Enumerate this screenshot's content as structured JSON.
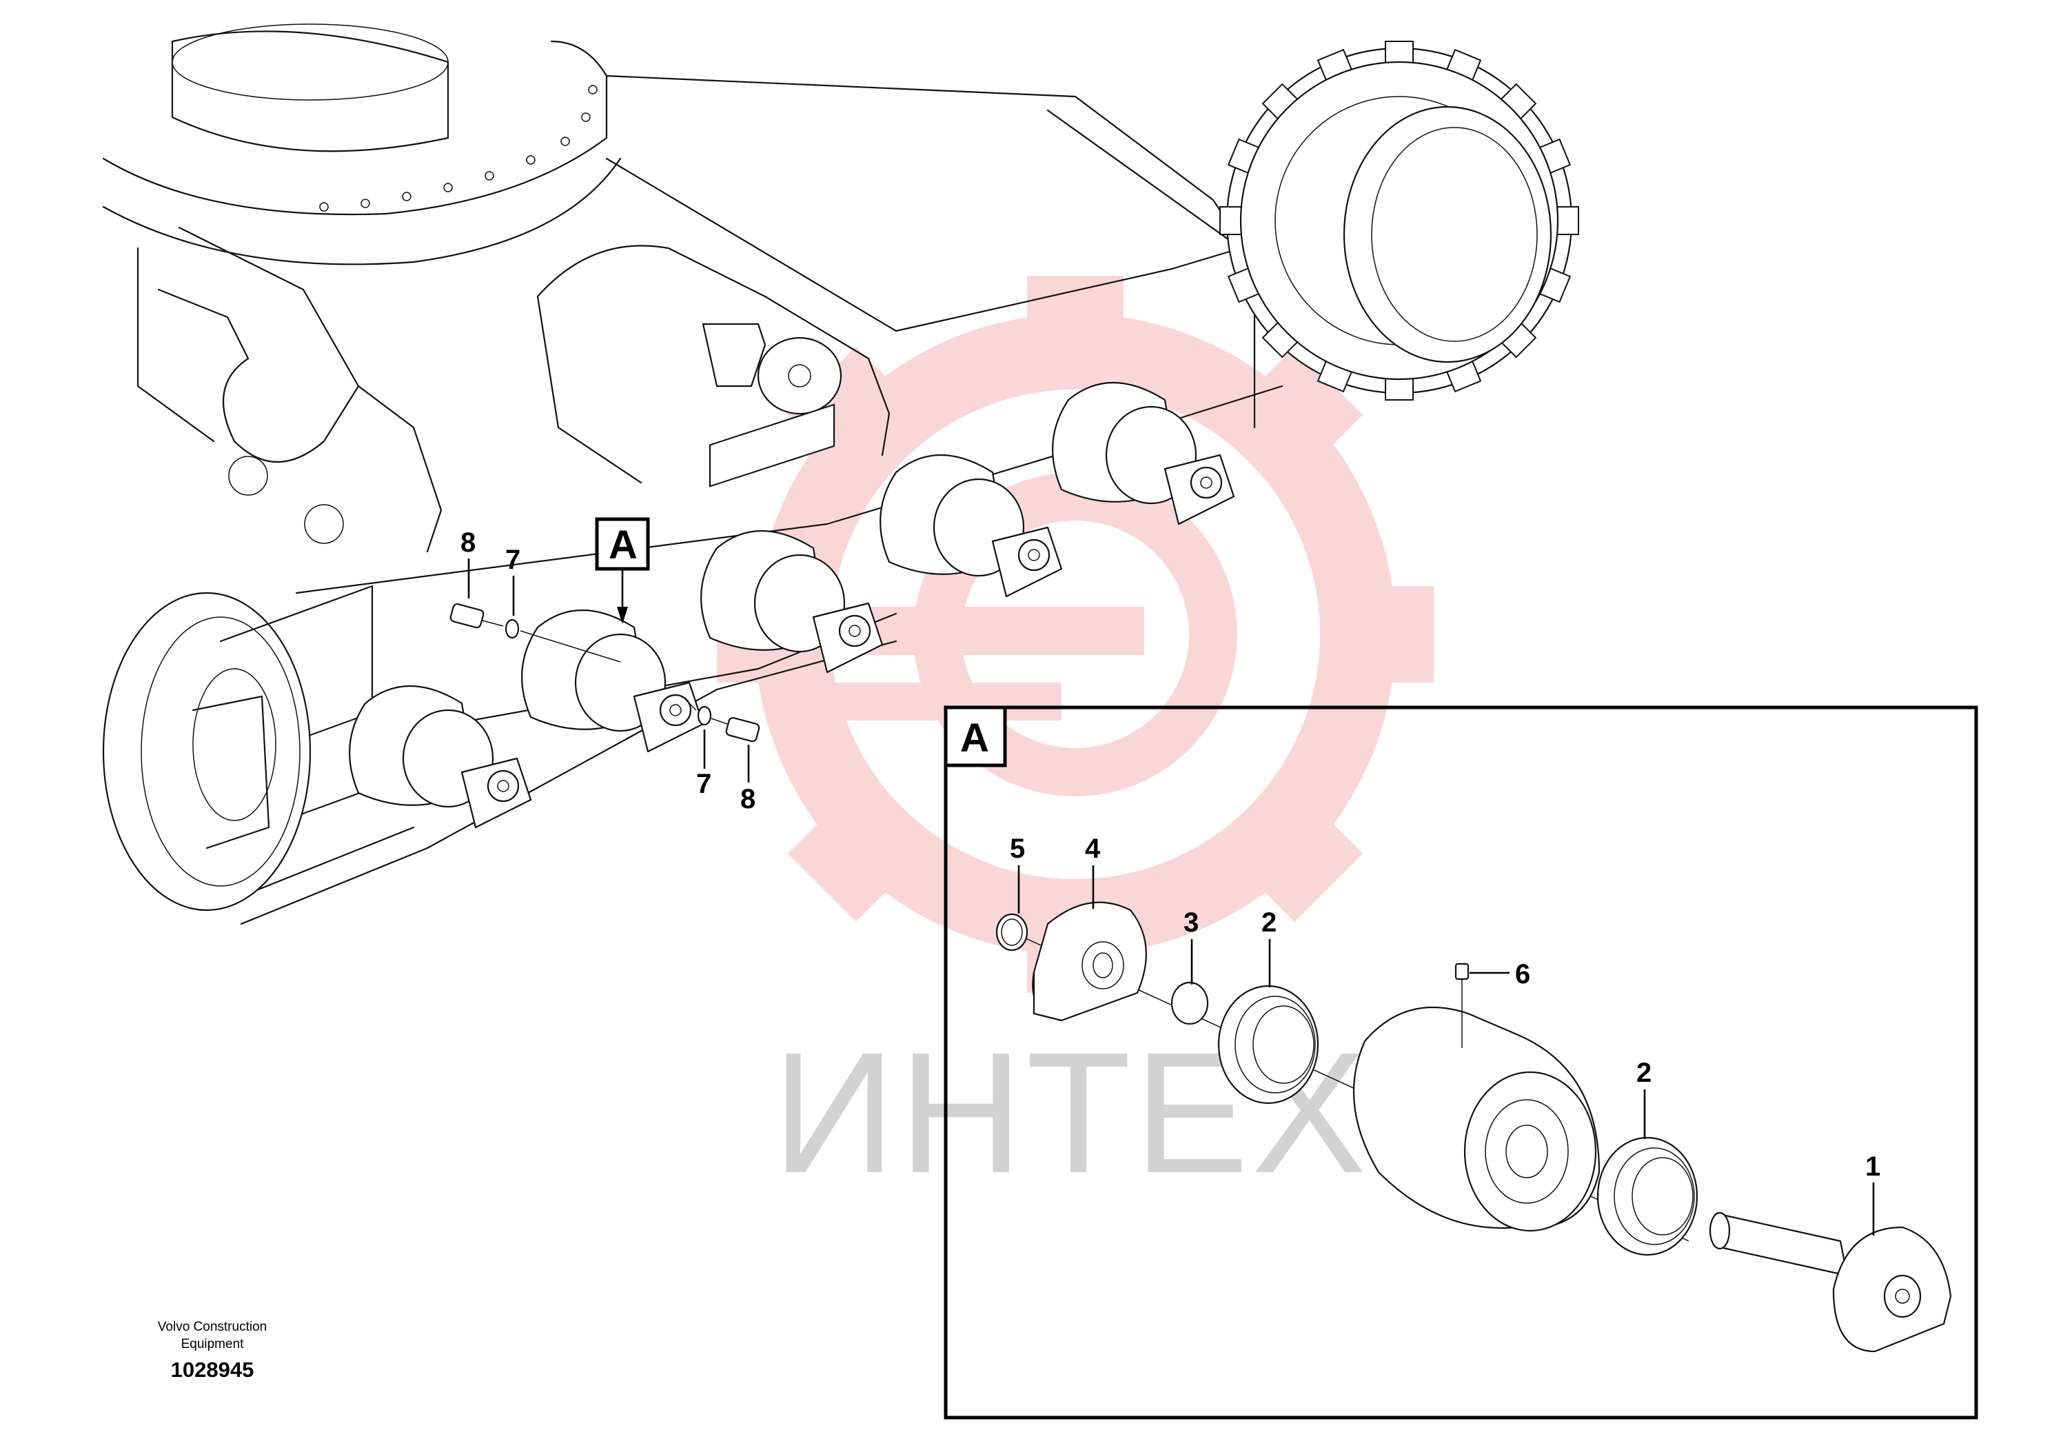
{
  "watermark": {
    "text": "ИНТЕХ",
    "gear_color": "#f08080"
  },
  "footer": {
    "maker_line1": "Volvo Construction",
    "maker_line2": "Equipment",
    "drawing_id": "1028945"
  },
  "detail_view": {
    "label": "A"
  },
  "main_view": {
    "view_marker": "A"
  },
  "callouts": {
    "main": [
      {
        "id": "8"
      },
      {
        "id": "7"
      },
      {
        "id": "7"
      },
      {
        "id": "8"
      }
    ],
    "detail": [
      {
        "id": "5"
      },
      {
        "id": "4"
      },
      {
        "id": "3"
      },
      {
        "id": "2"
      },
      {
        "id": "6"
      },
      {
        "id": "2"
      },
      {
        "id": "1"
      }
    ]
  }
}
